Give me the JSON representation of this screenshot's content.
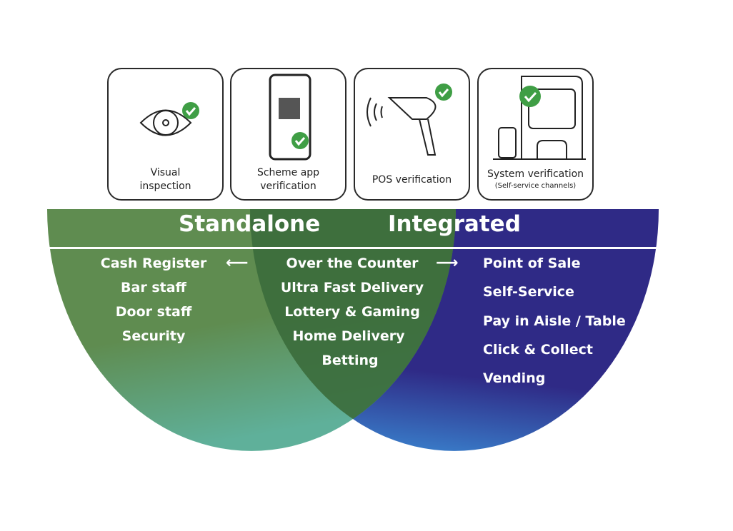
{
  "methods": [
    {
      "label": "Visual",
      "label2": "inspection",
      "icon": "eye-check-icon"
    },
    {
      "label": "Scheme app",
      "label2": "verification",
      "icon": "phone-qr-check-icon"
    },
    {
      "label": "POS verification",
      "icon": "barcode-scanner-check-icon"
    },
    {
      "label": "System verification",
      "sub": "(Self-service channels)",
      "icon": "self-checkout-kiosk-icon"
    }
  ],
  "headers": {
    "standalone": "Standalone",
    "integrated": "Integrated"
  },
  "standalone_items": [
    "Cash Register",
    "Bar staff",
    "Door staff",
    "Security"
  ],
  "overlap_items": [
    "Over the Counter",
    "Ultra Fast Delivery",
    "Lottery & Gaming",
    "Home Delivery",
    "Betting"
  ],
  "integrated_items": [
    "Point of Sale",
    "Self-Service",
    "Pay in Aisle / Table",
    "Click & Collect",
    "Vending"
  ],
  "colors": {
    "standalone": "#5f8c50",
    "overlap": "#3b6b3b",
    "integrated": "#2f2a86",
    "check": "#3f9e45"
  }
}
